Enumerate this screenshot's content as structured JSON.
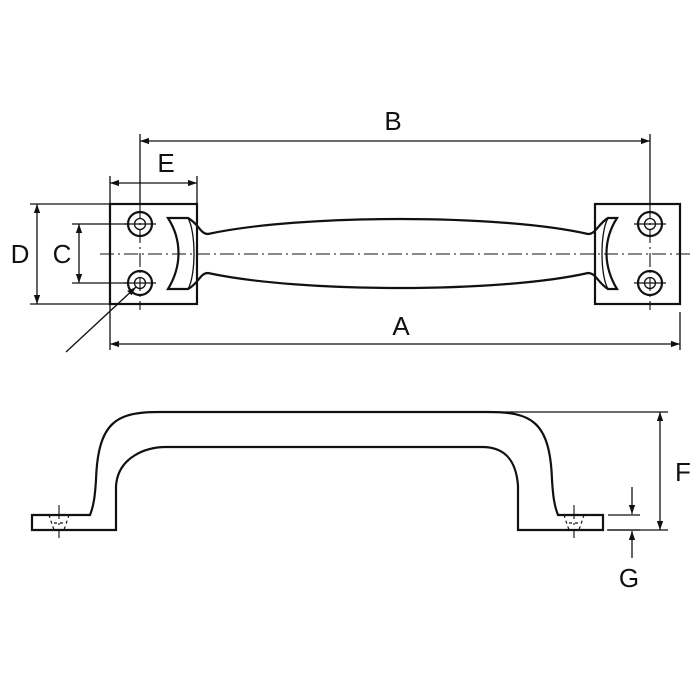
{
  "labels": {
    "A": "A",
    "B": "B",
    "C": "C",
    "D": "D",
    "E": "E",
    "F": "F",
    "G": "G"
  },
  "colors": {
    "ink": "#111111",
    "background": "#ffffff"
  }
}
